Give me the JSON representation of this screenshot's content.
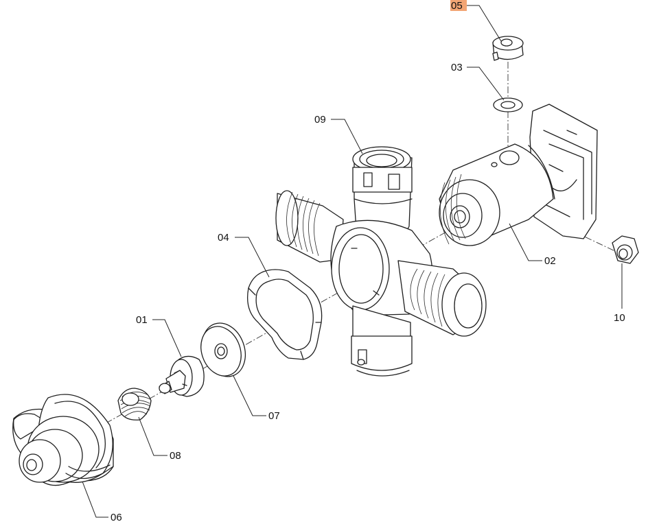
{
  "labels": {
    "p01": "01",
    "p02": "02",
    "p03": "03",
    "p04": "04",
    "p05": "05",
    "p06": "06",
    "p07": "07",
    "p08": "08",
    "p09": "09",
    "p10": "10"
  },
  "highlight": {
    "part": "05",
    "color": "#f2a574"
  }
}
